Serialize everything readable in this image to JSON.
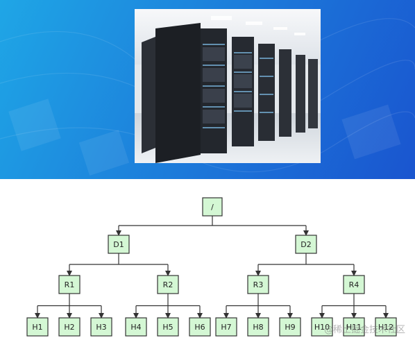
{
  "diagram": {
    "nodes": [
      {
        "id": "root",
        "label": "/",
        "level": 0
      },
      {
        "id": "D1",
        "label": "D1",
        "level": 1,
        "parent": "root"
      },
      {
        "id": "D2",
        "label": "D2",
        "level": 1,
        "parent": "root"
      },
      {
        "id": "R1",
        "label": "R1",
        "level": 2,
        "parent": "D1"
      },
      {
        "id": "R2",
        "label": "R2",
        "level": 2,
        "parent": "D1"
      },
      {
        "id": "R3",
        "label": "R3",
        "level": 2,
        "parent": "D2"
      },
      {
        "id": "R4",
        "label": "R4",
        "level": 2,
        "parent": "D2"
      },
      {
        "id": "H1",
        "label": "H1",
        "level": 3,
        "parent": "R1"
      },
      {
        "id": "H2",
        "label": "H2",
        "level": 3,
        "parent": "R1"
      },
      {
        "id": "H3",
        "label": "H3",
        "level": 3,
        "parent": "R1"
      },
      {
        "id": "H4",
        "label": "H4",
        "level": 3,
        "parent": "R2"
      },
      {
        "id": "H5",
        "label": "H5",
        "level": 3,
        "parent": "R2"
      },
      {
        "id": "H6",
        "label": "H6",
        "level": 3,
        "parent": "R2"
      },
      {
        "id": "H7",
        "label": "H7",
        "level": 3,
        "parent": "R3"
      },
      {
        "id": "H8",
        "label": "H8",
        "level": 3,
        "parent": "R3"
      },
      {
        "id": "H9",
        "label": "H9",
        "level": 3,
        "parent": "R3"
      },
      {
        "id": "H10",
        "label": "H10",
        "level": 3,
        "parent": "R4"
      },
      {
        "id": "H11",
        "label": "H11",
        "level": 3,
        "parent": "R4"
      },
      {
        "id": "H12",
        "label": "H12",
        "level": 3,
        "parent": "R4"
      }
    ],
    "node_fill": "#d4f7d4",
    "node_stroke": "#333333",
    "edge_color": "#333333"
  },
  "watermark": {
    "text": "@稀土掘金技术社区"
  },
  "colors": {
    "banner_start": "#1fa6e6",
    "banner_end": "#1a55cf"
  }
}
